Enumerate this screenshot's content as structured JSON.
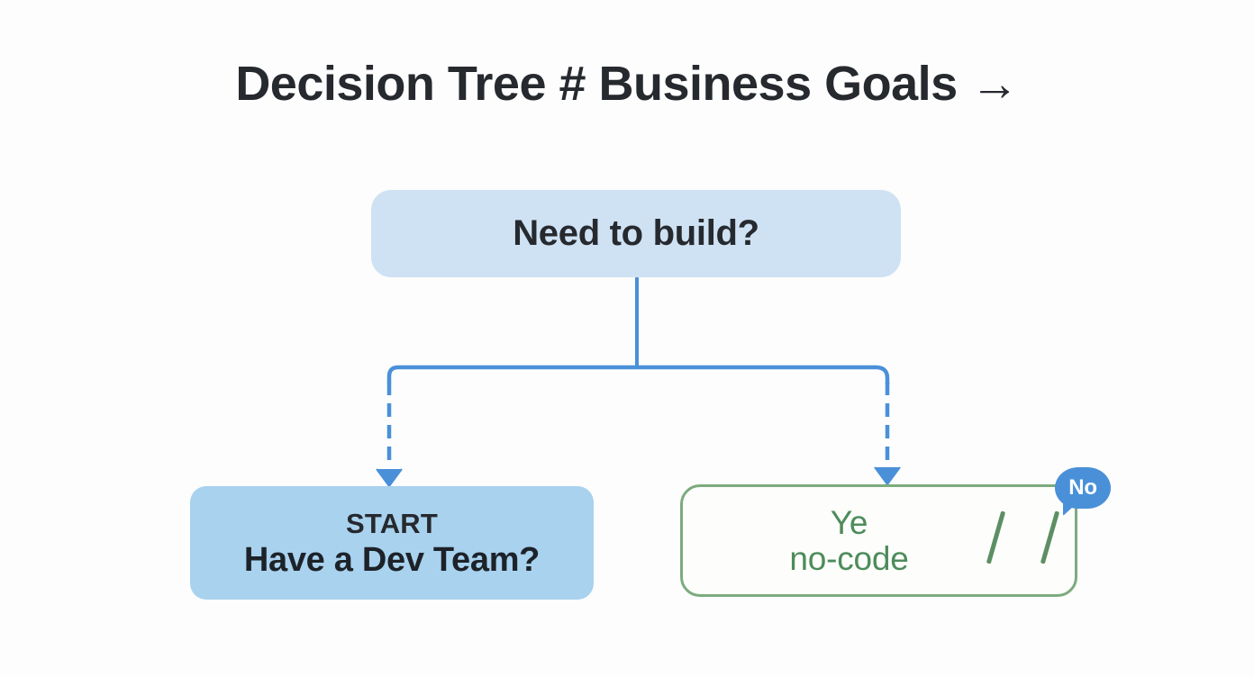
{
  "page": {
    "background_color": "#fdfdfd",
    "title": "Decision Tree # Business Goals →"
  },
  "colors": {
    "title_text": "#26292e",
    "root_node_fill": "#cfe2f3",
    "left_node_fill": "#a8d2ee",
    "right_node_border": "#7cab7e",
    "right_node_text": "#4d8c5b",
    "connector_line": "#4a90d9",
    "badge_fill": "#4a90d9",
    "badge_text": "#ffffff"
  },
  "nodes": {
    "root": {
      "label": "Need to build?",
      "shape": "rounded-rect",
      "fill": "#cfe2f3"
    },
    "left": {
      "line1": "START",
      "line2": "Have a Dev Team?",
      "shape": "rounded-rect",
      "fill": "#a8d2ee"
    },
    "right": {
      "line1": "Ye",
      "line2": "no-code",
      "shape": "rounded-rect-outline",
      "slash_1": "/",
      "slash_2": "/"
    }
  },
  "badges": {
    "no": {
      "label": "No",
      "shape": "speech-bubble"
    }
  },
  "edges": [
    {
      "name": "root-to-left",
      "from": "root",
      "to": "left",
      "style": "solid-then-dashed",
      "arrowhead": true
    },
    {
      "name": "root-to-right",
      "from": "root",
      "to": "right",
      "style": "solid-then-dashed",
      "arrowhead": true
    }
  ]
}
